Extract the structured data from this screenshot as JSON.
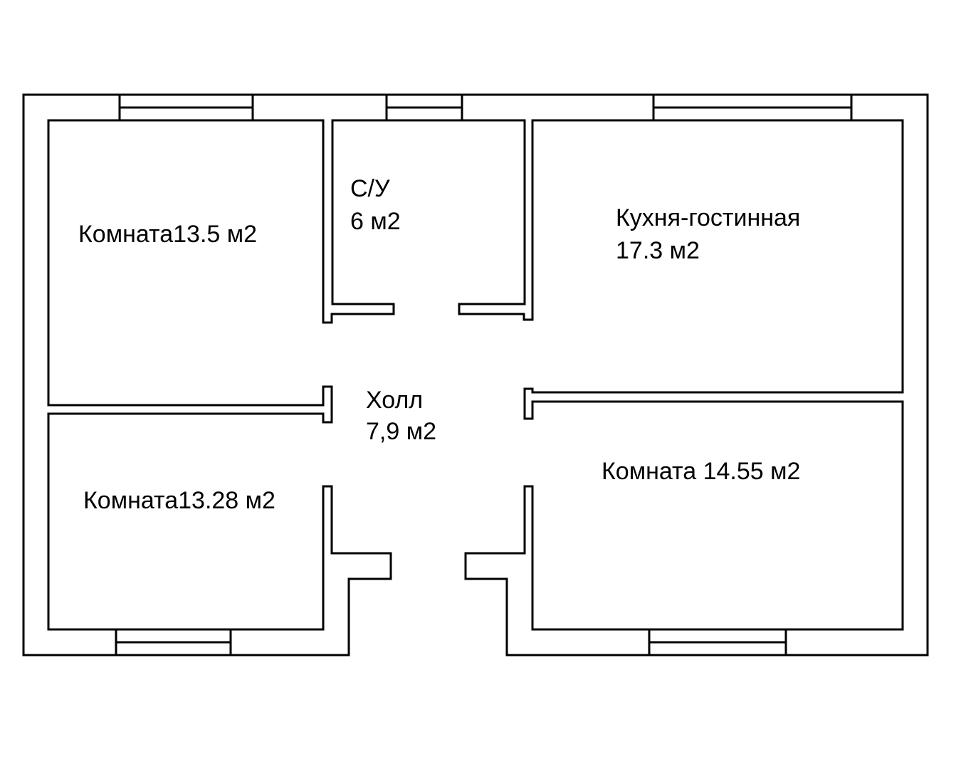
{
  "plan": {
    "wall_color": "#000000",
    "rooms": [
      {
        "name": "Комната13.5 м2"
      },
      {
        "name": "С/У",
        "area": "6 м2"
      },
      {
        "name": "Кухня-гостинная",
        "area": "17.3 м2"
      },
      {
        "name": "Холл",
        "area": "7,9 м2"
      },
      {
        "name": "Комната13.28 м2"
      },
      {
        "name": "Комната 14.55 м2"
      }
    ]
  }
}
